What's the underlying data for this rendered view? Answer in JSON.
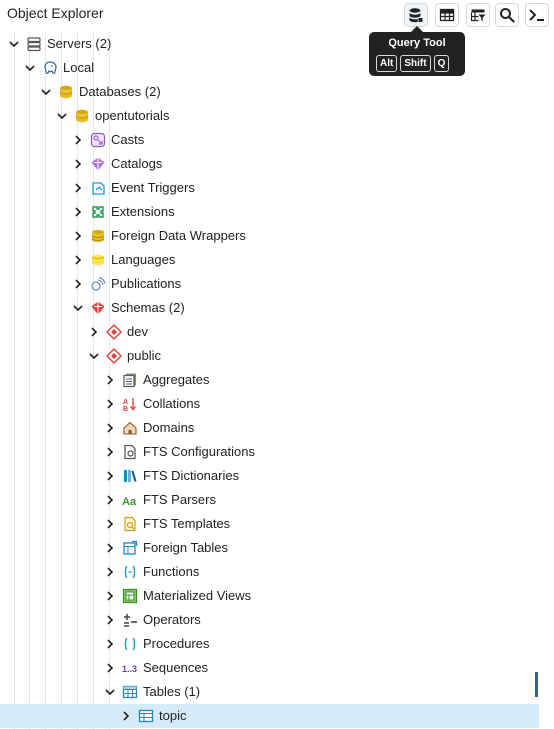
{
  "panel": {
    "title": "Object Explorer"
  },
  "toolbar": {
    "tooltip": {
      "title": "Query Tool",
      "keys": [
        "Alt",
        "Shift",
        "Q"
      ]
    }
  },
  "tree": [
    {
      "label": "Servers (2)",
      "icon": "servers-icon",
      "expanded": true
    },
    {
      "label": "Local",
      "icon": "postgres-elephant-icon",
      "expanded": true
    },
    {
      "label": "Databases (2)",
      "icon": "databases-icon",
      "expanded": true
    },
    {
      "label": "opentutorials",
      "icon": "database-icon",
      "expanded": true
    },
    {
      "label": "Casts",
      "icon": "casts-icon",
      "expanded": false
    },
    {
      "label": "Catalogs",
      "icon": "catalogs-icon",
      "expanded": false
    },
    {
      "label": "Event Triggers",
      "icon": "event-triggers-icon",
      "expanded": false
    },
    {
      "label": "Extensions",
      "icon": "extensions-icon",
      "expanded": false
    },
    {
      "label": "Foreign Data Wrappers",
      "icon": "foreign-data-wrappers-icon",
      "expanded": false
    },
    {
      "label": "Languages",
      "icon": "languages-icon",
      "expanded": false
    },
    {
      "label": "Publications",
      "icon": "publications-icon",
      "expanded": false
    },
    {
      "label": "Schemas (2)",
      "icon": "schemas-icon",
      "expanded": true
    },
    {
      "label": "dev",
      "icon": "schema-icon",
      "expanded": false
    },
    {
      "label": "public",
      "icon": "schema-icon",
      "expanded": true
    },
    {
      "label": "Aggregates",
      "icon": "aggregates-icon",
      "expanded": false
    },
    {
      "label": "Collations",
      "icon": "collations-icon",
      "expanded": false
    },
    {
      "label": "Domains",
      "icon": "domains-icon",
      "expanded": false
    },
    {
      "label": "FTS Configurations",
      "icon": "fts-configurations-icon",
      "expanded": false
    },
    {
      "label": "FTS Dictionaries",
      "icon": "fts-dictionaries-icon",
      "expanded": false
    },
    {
      "label": "FTS Parsers",
      "icon": "fts-parsers-icon",
      "expanded": false
    },
    {
      "label": "FTS Templates",
      "icon": "fts-templates-icon",
      "expanded": false
    },
    {
      "label": "Foreign Tables",
      "icon": "foreign-tables-icon",
      "expanded": false
    },
    {
      "label": "Functions",
      "icon": "functions-icon",
      "expanded": false
    },
    {
      "label": "Materialized Views",
      "icon": "materialized-views-icon",
      "expanded": false
    },
    {
      "label": "Operators",
      "icon": "operators-icon",
      "expanded": false
    },
    {
      "label": "Procedures",
      "icon": "procedures-icon",
      "expanded": false
    },
    {
      "label": "Sequences",
      "icon": "sequences-icon",
      "expanded": false
    },
    {
      "label": "Tables (1)",
      "icon": "tables-icon",
      "expanded": true
    },
    {
      "label": "topic",
      "icon": "table-icon",
      "expanded": false,
      "selected": true
    }
  ]
}
